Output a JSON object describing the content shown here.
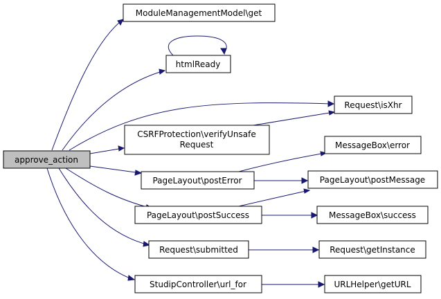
{
  "colors": {
    "edge": "#191970",
    "node_fill": "#ffffff",
    "root_fill": "#bfbfbf",
    "node_border": "#000000"
  },
  "nodes": {
    "approve_action": "approve_action",
    "module_get": "ModuleManagementModel\\get",
    "html_ready": "htmlReady",
    "request_isxhr": "Request\\isXhr",
    "csrf_line1": "CSRFProtection\\verifyUnsafe",
    "csrf_line2": "Request",
    "messagebox_error": "MessageBox\\error",
    "pagelayout_posterror": "PageLayout\\postError",
    "pagelayout_postmessage": "PageLayout\\postMessage",
    "pagelayout_postsuccess": "PageLayout\\postSuccess",
    "messagebox_success": "MessageBox\\success",
    "request_submitted": "Request\\submitted",
    "request_getinstance": "Request\\getInstance",
    "studip_url_for": "StudipController\\url_for",
    "urlhelper_geturl": "URLHelper\\getURL"
  }
}
